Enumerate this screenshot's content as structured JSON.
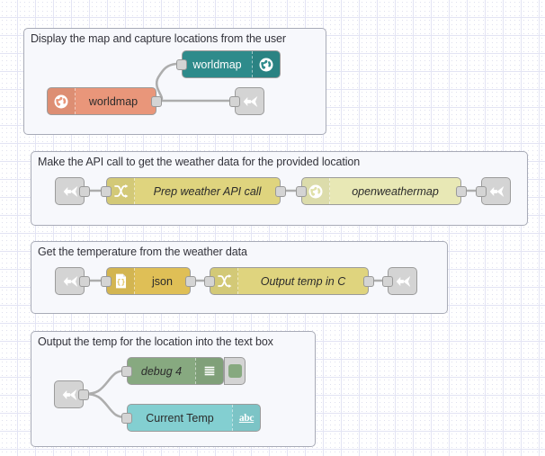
{
  "canvas": {
    "title": "Node-RED flow editor canvas",
    "grid_size": 20,
    "grid_color": "#e3e4f4",
    "background": "#ffffff"
  },
  "palette": {
    "salmon": "#e9967a",
    "teal": "#2e8b8b",
    "yellow": "#e6e0a0",
    "yellow_dark": "#dfd47e",
    "gold": "#dfbf56",
    "openweathermap": "#e8e8b5",
    "green": "#87a980",
    "cyan": "#83cfd1",
    "link_gray": "#d4d4d4",
    "wire": "#adadad",
    "group_border": "#a8abb7",
    "group_fill": "#f7f8fc"
  },
  "groups": [
    {
      "id": "group-map",
      "label": "Display the map and capture locations from the user",
      "nodes": [
        {
          "id": "worldmap-out",
          "name": "worldmap-output-node",
          "label": "worldmap",
          "icon": "globe-icon",
          "icon_side": "right",
          "color": "teal",
          "italic": false
        },
        {
          "id": "worldmap-in",
          "name": "worldmap-input-node",
          "label": "worldmap",
          "icon": "globe-icon",
          "icon_side": "left",
          "color": "salmon",
          "italic": false
        },
        {
          "id": "link-out-1",
          "name": "link-out-node",
          "label": "",
          "icon": "link-out-icon",
          "color": "link_gray"
        }
      ]
    },
    {
      "id": "group-api",
      "label": "Make the API call to get the weather data for the provided location",
      "nodes": [
        {
          "id": "link-in-2",
          "name": "link-in-node",
          "label": "",
          "icon": "link-in-icon",
          "color": "link_gray"
        },
        {
          "id": "prep-weather",
          "name": "change-node-prep-weather-api-call",
          "label": "Prep weather API call",
          "icon": "change-icon",
          "icon_side": "left",
          "color": "yellow_dark",
          "italic": true
        },
        {
          "id": "openweathermap",
          "name": "openweathermap-node",
          "label": "openweathermap",
          "icon": "globe-icon",
          "icon_side": "left",
          "color": "openweathermap",
          "italic": true
        },
        {
          "id": "link-out-2",
          "name": "link-out-node",
          "label": "",
          "icon": "link-out-icon",
          "color": "link_gray"
        }
      ]
    },
    {
      "id": "group-temp",
      "label": "Get the temperature from the weather data",
      "nodes": [
        {
          "id": "link-in-3",
          "name": "link-in-node",
          "label": "",
          "icon": "link-in-icon",
          "color": "link_gray"
        },
        {
          "id": "json-node",
          "name": "json-node",
          "label": "json",
          "icon": "json-braces-icon",
          "icon_side": "left",
          "color": "gold",
          "italic": false
        },
        {
          "id": "output-temp",
          "name": "change-node-output-temp-in-c",
          "label": "Output temp in C",
          "icon": "change-icon",
          "icon_side": "left",
          "color": "yellow_dark",
          "italic": true
        },
        {
          "id": "link-out-3",
          "name": "link-out-node",
          "label": "",
          "icon": "link-out-icon",
          "color": "link_gray"
        }
      ]
    },
    {
      "id": "group-output",
      "label": "Output the temp for the location into the text box",
      "nodes": [
        {
          "id": "link-in-4",
          "name": "link-in-node",
          "label": "",
          "icon": "link-in-icon",
          "color": "link_gray"
        },
        {
          "id": "debug-4",
          "name": "debug-node",
          "label": "debug 4",
          "icon": "debug-lines-icon",
          "icon_side": "right",
          "color": "green",
          "italic": true,
          "toggle": {
            "name": "debug-toggle-button",
            "state": "enabled",
            "color": "#87a980"
          }
        },
        {
          "id": "current-temp",
          "name": "ui-text-node-current-temp",
          "label": "Current Temp",
          "icon": "abc-icon",
          "icon_side": "right",
          "color": "cyan",
          "italic": false
        }
      ]
    }
  ]
}
